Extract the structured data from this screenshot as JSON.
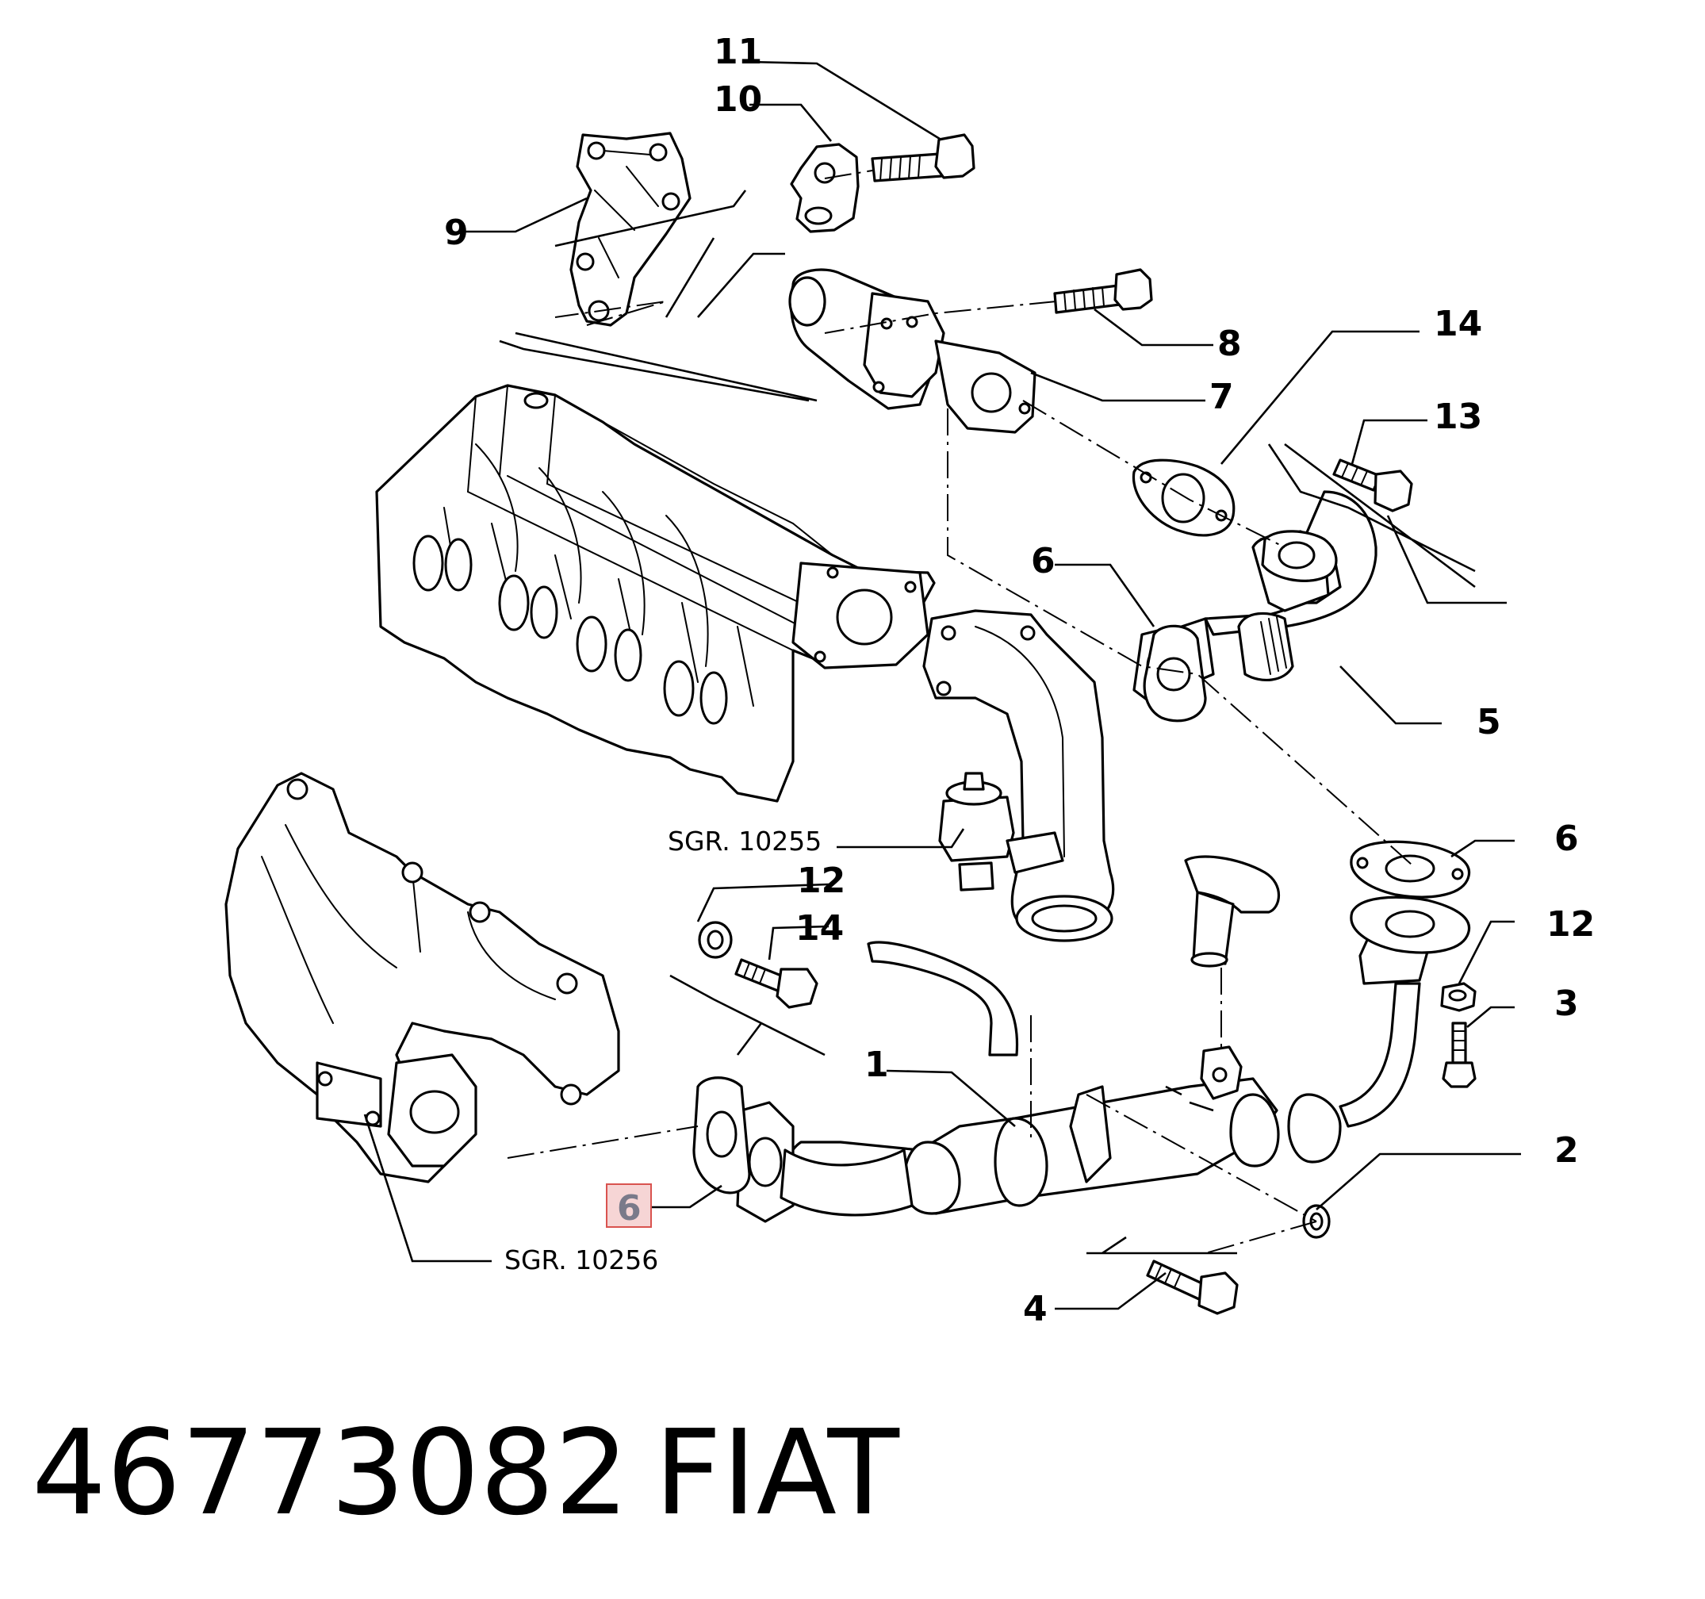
{
  "diagram": {
    "callouts": [
      {
        "id": "c11",
        "text": "11"
      },
      {
        "id": "c10",
        "text": "10"
      },
      {
        "id": "c9",
        "text": "9"
      },
      {
        "id": "c8",
        "text": "8"
      },
      {
        "id": "c7",
        "text": "7"
      },
      {
        "id": "c14a",
        "text": "14"
      },
      {
        "id": "c13",
        "text": "13"
      },
      {
        "id": "c6a",
        "text": "6"
      },
      {
        "id": "c5",
        "text": "5"
      },
      {
        "id": "c6b",
        "text": "6"
      },
      {
        "id": "c12a",
        "text": "12"
      },
      {
        "id": "c14b",
        "text": "14"
      },
      {
        "id": "c12b",
        "text": "12"
      },
      {
        "id": "c3",
        "text": "3"
      },
      {
        "id": "c1",
        "text": "1"
      },
      {
        "id": "c2",
        "text": "2"
      },
      {
        "id": "c6c",
        "text": "6"
      },
      {
        "id": "c4",
        "text": "4"
      }
    ],
    "references": {
      "sgr_upper": "SGR. 10255",
      "sgr_lower": "SGR. 10256"
    },
    "highlight_color": "#d9534f",
    "highlight_fill": "#f6d5d5"
  },
  "footer": {
    "part_number": "46773082",
    "brand": "FIAT"
  }
}
